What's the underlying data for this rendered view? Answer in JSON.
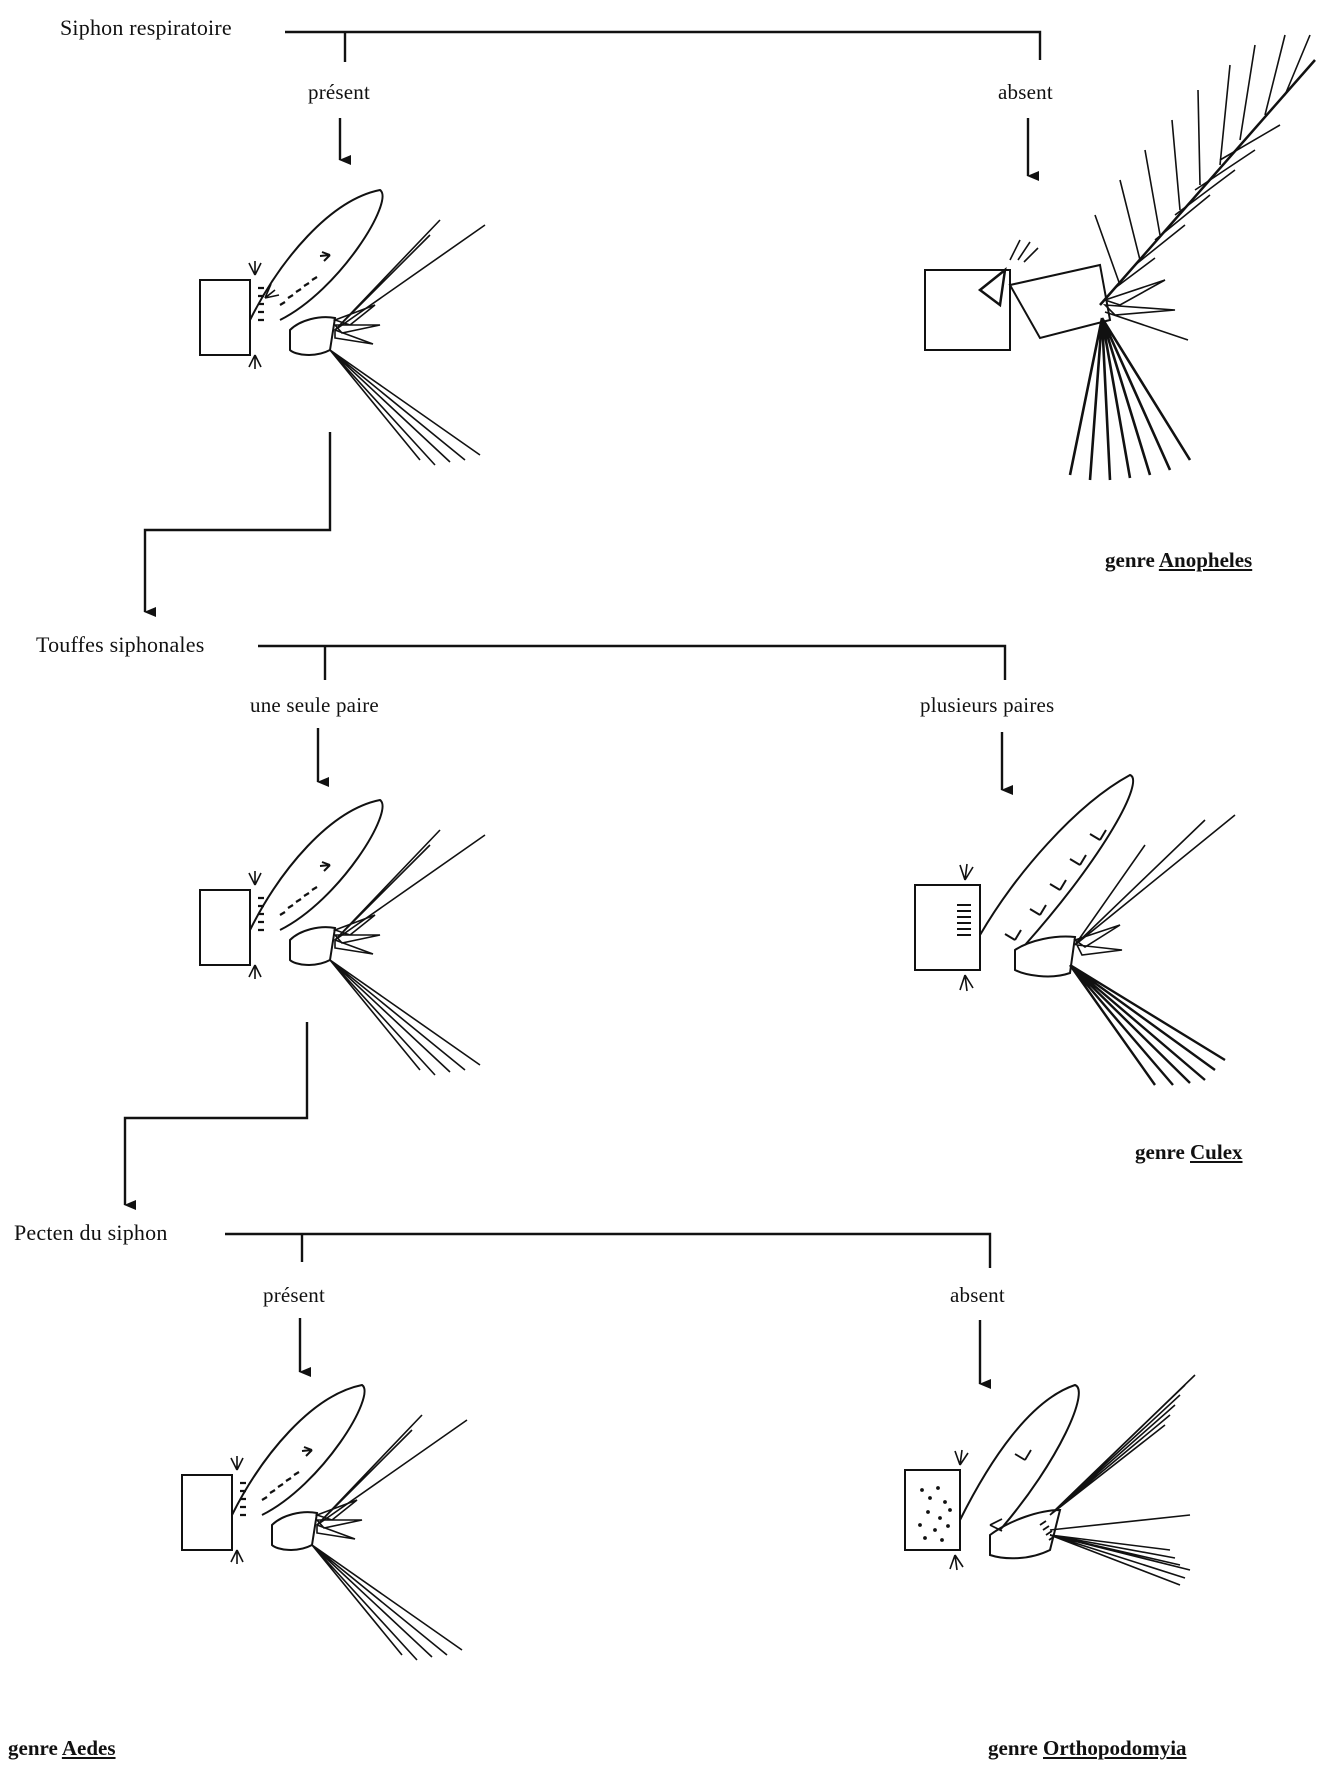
{
  "levels": [
    {
      "question": "Siphon respiratoire",
      "left_option": "présent",
      "right_option": "absent",
      "right_result": {
        "prefix": "genre",
        "name": "Anopheles"
      }
    },
    {
      "question": "Touffes siphonales",
      "left_option": "une seule paire",
      "right_option": "plusieurs paires",
      "right_result": {
        "prefix": "genre",
        "name": "Culex"
      }
    },
    {
      "question": "Pecten du siphon",
      "left_option": "présent",
      "right_option": "absent",
      "left_result": {
        "prefix": "genre",
        "name": "Aedes"
      },
      "right_result": {
        "prefix": "genre",
        "name": "Orthopodomyia"
      }
    }
  ],
  "colors": {
    "ink": "#111111",
    "background": "#ffffff"
  }
}
